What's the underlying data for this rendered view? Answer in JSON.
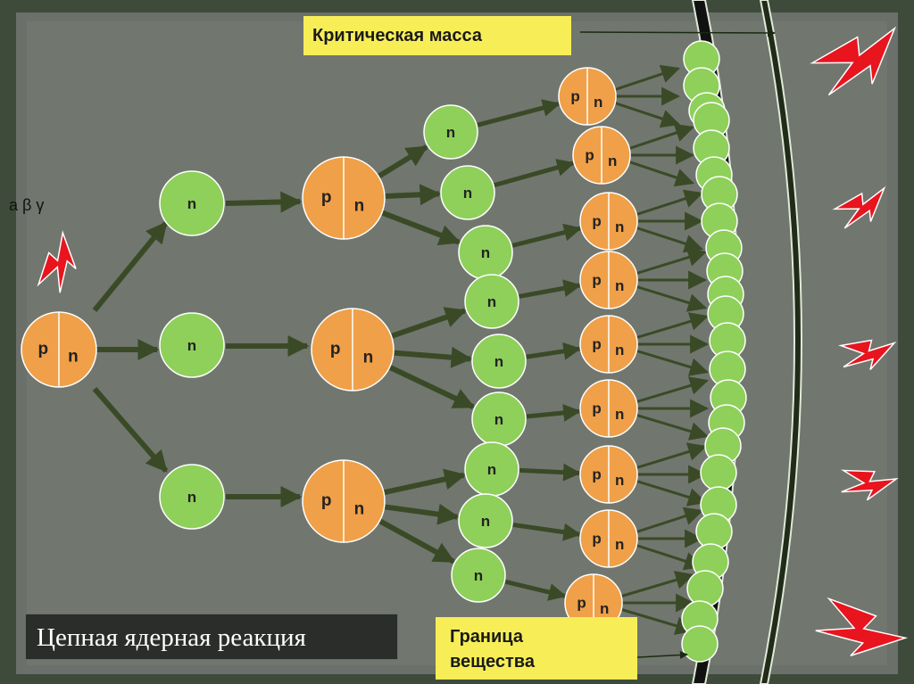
{
  "title": "Цепная ядерная реакция",
  "callouts": {
    "critical_mass": "Критическая масса",
    "boundary": "Граница вещества"
  },
  "radiation_label": "а β γ",
  "particle_labels": {
    "proton": "p",
    "neutron": "n"
  },
  "colors": {
    "nucleus": "#f0a048",
    "neutron": "#8ed05a",
    "arrow": "#3a4a26",
    "callout_bg": "#f7ee57",
    "lightning": "#e8141e"
  },
  "icons": [
    "lightning-icon"
  ]
}
